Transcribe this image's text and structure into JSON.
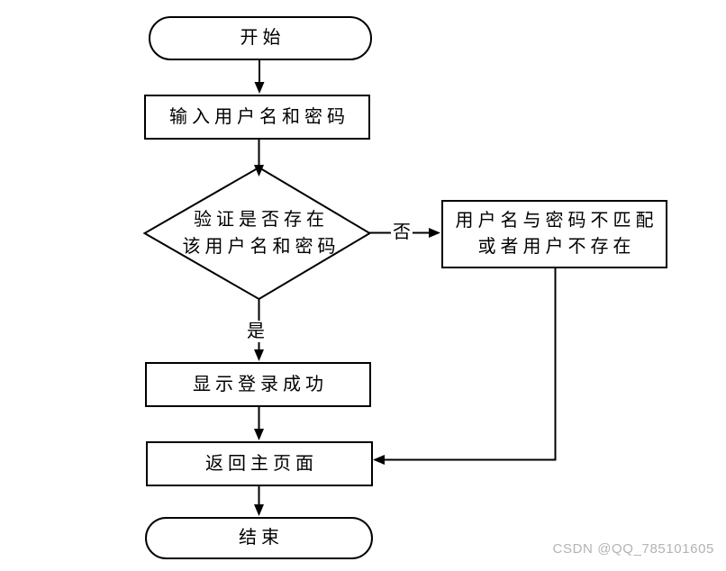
{
  "flowchart": {
    "nodes": {
      "start": {
        "label": "开始",
        "type": "terminator"
      },
      "input": {
        "label": "输入用户名和密码",
        "type": "process"
      },
      "decision": {
        "line1": "验证是否存在",
        "line2": "该用户名和密码",
        "type": "decision"
      },
      "error": {
        "line1": "用户名与密码不匹配",
        "line2": "或者用户不存在",
        "type": "process"
      },
      "success": {
        "label": "显示登录成功",
        "type": "process"
      },
      "return_main": {
        "label": "返回主页面",
        "type": "process"
      },
      "end": {
        "label": "结束",
        "type": "terminator"
      }
    },
    "edge_labels": {
      "no": "否",
      "yes": "是"
    },
    "colors": {
      "stroke": "#000000",
      "node_fill": "#ffffff",
      "text": "#000000"
    }
  },
  "watermark": {
    "text": "CSDN @QQ_785101605",
    "color": "#b3b3b3"
  }
}
